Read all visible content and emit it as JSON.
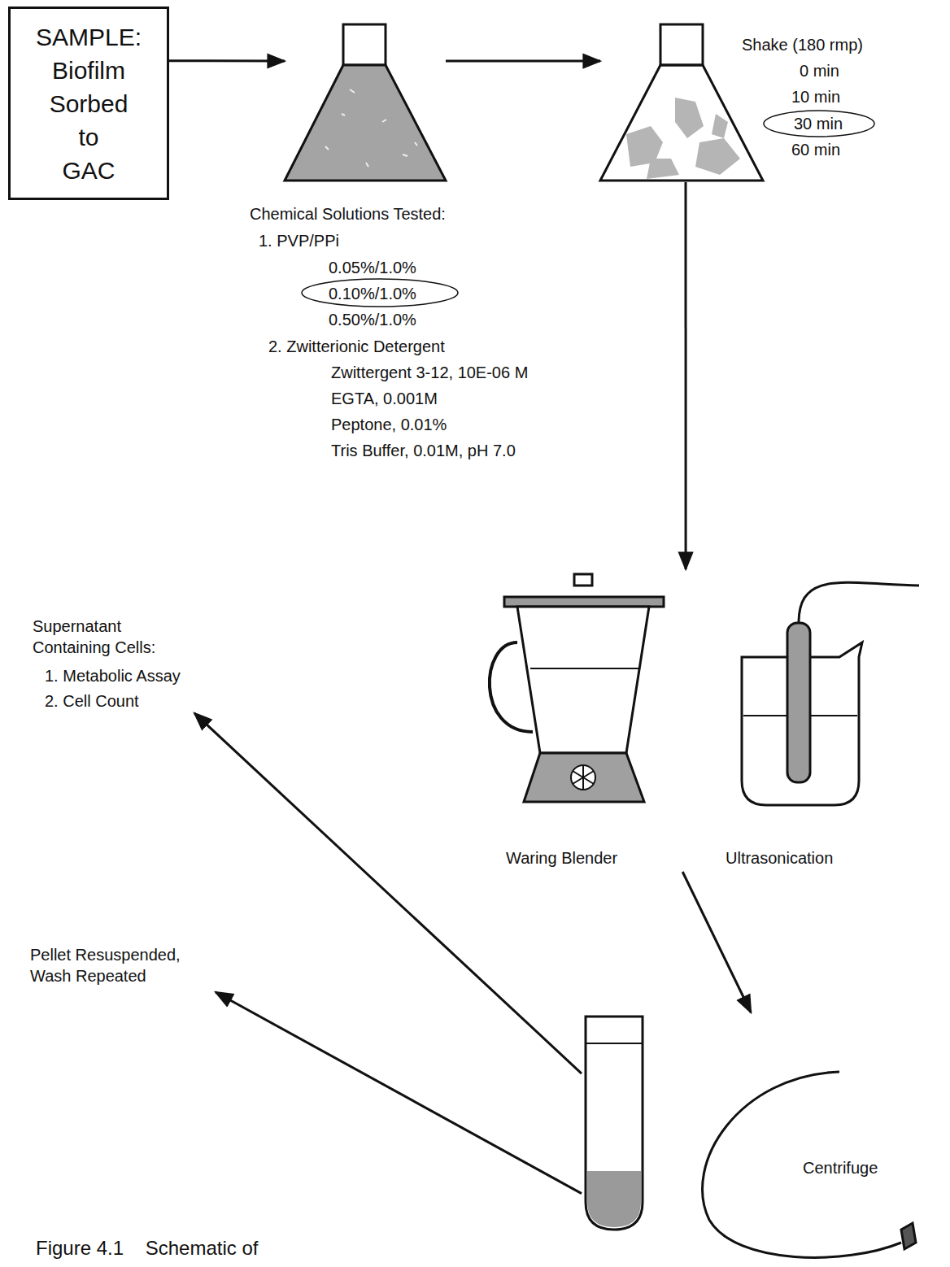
{
  "diagram": {
    "caption": "Figure 4.1    Schematic of",
    "nodes": [
      {
        "text": [
          "SAMPLE: Biofilm Sorbed to GAC"
        ]
      },
      {
        "text": [
          "Chemical Solutions Tested:",
          "1. PVP/PPi",
          "0.05%/1.0%",
          "0.10%/1.0%",
          "0.50%/1.0%",
          "2. Zwitterionic Detergent",
          "Zwittergent 3-12, 10E-06 M",
          "EGTA, 0.001M",
          "Peptone, 0.01%",
          "Tris Buffer, 0.01M, pH 7.0"
        ]
      },
      {
        "text": [
          "Shake (180 rmp)",
          "0 min",
          "10 min",
          "30 min",
          "60 min"
        ]
      },
      {
        "text": [
          "Waring Blender"
        ]
      },
      {
        "text": [
          "Ultrasonication"
        ]
      },
      {
        "text": [
          "Centrifuge"
        ]
      },
      {
        "text": [
          "Supernatant Containing Cells:",
          "1. Metabolic Assay",
          "2. Cell Count"
        ]
      },
      {
        "text": [
          "Pellet Resuspended, Wash Repeated"
        ]
      }
    ],
    "edges": [
      {
        "from": 0,
        "to": 1,
        "arrow": "to"
      },
      {
        "from": 1,
        "to": 2,
        "arrow": "to"
      },
      {
        "from": 2,
        "to": 3,
        "arrow": "to"
      },
      {
        "from": 3,
        "to": 5,
        "arrow": "to"
      },
      {
        "from": 5,
        "to": 6,
        "arrow": "to"
      },
      {
        "from": 5,
        "to": 7,
        "arrow": "to"
      }
    ]
  }
}
